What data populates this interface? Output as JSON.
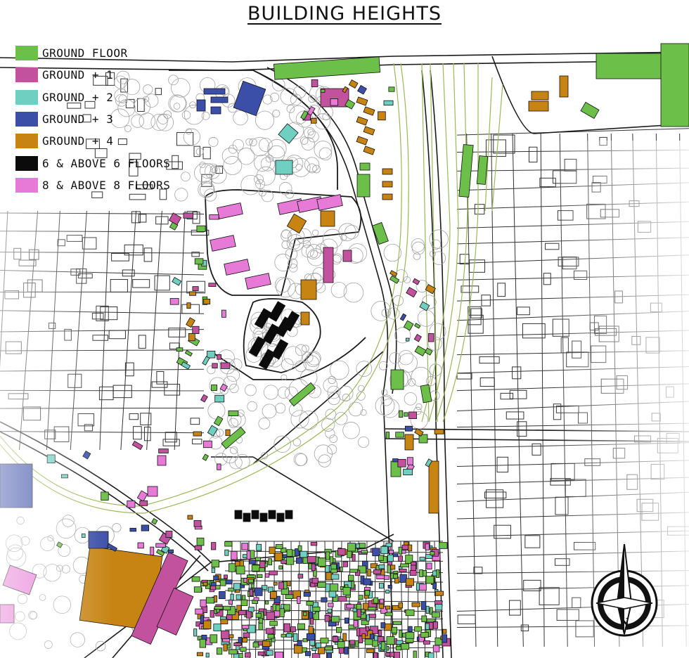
{
  "title": "BUILDING HEIGHTS",
  "legend": [
    {
      "label": "GROUND FLOOR",
      "color": "#6cc04a"
    },
    {
      "label": "GROUND + 1",
      "color": "#c2519e"
    },
    {
      "label": "GROUND + 2",
      "color": "#6fcfc1"
    },
    {
      "label": "GROUND + 3",
      "color": "#3b4fa8"
    },
    {
      "label": "GROUND + 4",
      "color": "#c78413"
    },
    {
      "label": "6 & ABOVE 6 FLOORS",
      "color": "#0b0b0b"
    },
    {
      "label": "8 & ABOVE 8 FLOORS",
      "color": "#e67ad6"
    }
  ],
  "compass": {
    "letter": "N",
    "icon": "north-arrow-icon"
  },
  "colors": {
    "rail": "#9ab85a",
    "road": "#1a1a1a",
    "tree": "#9a9a9a"
  }
}
